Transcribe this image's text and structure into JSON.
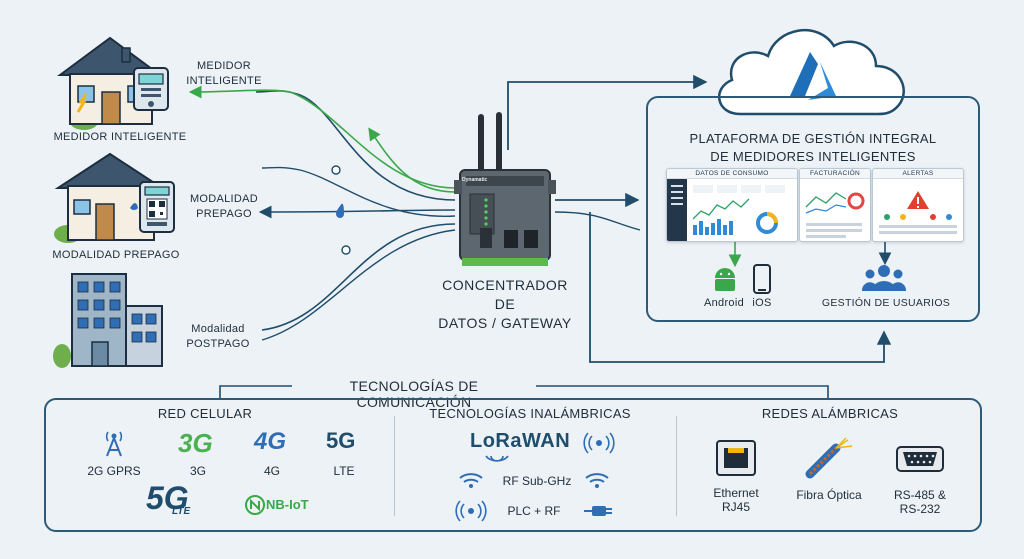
{
  "meters": {
    "smart_side_label_1": "MEDIDOR",
    "smart_side_label_2": "INTELIGENTE",
    "smart_caption": "MEDIDOR INTELIGENTE",
    "prepaid_side_label_1": "MODALIDAD",
    "prepaid_side_label_2": "PREPAGO",
    "prepaid_caption": "MODALIDAD PREPAGO",
    "postpaid_side_label_1": "Modalidad",
    "postpaid_side_label_2": "POSTPAGO"
  },
  "gateway": {
    "brand": "Dynamatic",
    "label_1": "CONCENTRADOR DE",
    "label_2": "DATOS / GATEWAY"
  },
  "platform": {
    "title_1": "PLATAFORMA DE GESTIÓN INTEGRAL",
    "title_2": "DE MEDIDORES INTELIGENTES",
    "dash_consumo": "DATOS DE CONSUMO",
    "dash_facturacion": "FACTURACIÓN",
    "dash_alertas": "ALERTAS",
    "android": "Android",
    "ios": "iOS",
    "users": "GESTIÓN DE USUARIOS"
  },
  "comm": {
    "title": "TECNOLOGÍAS DE COMUNICACIÓN",
    "cellular": {
      "title": "RED CELULAR",
      "g2": "2G GPRS",
      "g3": "3G",
      "g4": "4G",
      "g5": "LTE",
      "g3_logo": "3G",
      "g4_logo": "4G",
      "g5_logo": "5G",
      "g5lte_logo": "5G",
      "g5lte_sub": "LTE",
      "nbiot": "NB-IoT"
    },
    "wireless": {
      "title": "TECNOLOGÍAS INALÁMBRICAS",
      "lorawan": "LoRaWAN",
      "rf": "RF Sub-GHz",
      "plc": "PLC + RF"
    },
    "wired": {
      "title": "REDES ALÁMBRICAS",
      "eth_1": "Ethernet",
      "eth_2": "RJ45",
      "fiber": "Fibra Óptica",
      "rs_1": "RS-485 &",
      "rs_2": "RS-232"
    }
  },
  "colors": {
    "navy": "#1f4d6b",
    "green": "#3aa84a",
    "azure": "#1e6fb8",
    "accent_blue": "#2f6db5"
  }
}
